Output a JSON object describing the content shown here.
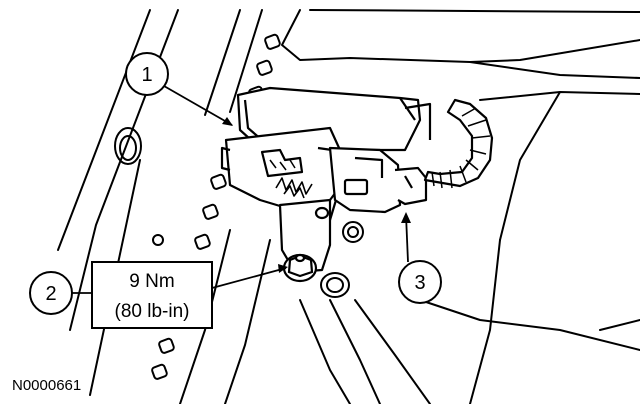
{
  "callouts": {
    "c1": "1",
    "c2": "2",
    "c3": "3"
  },
  "torque": {
    "metric": "9 Nm",
    "imperial": "(80 lb-in)"
  },
  "figure_id": "N0000661"
}
